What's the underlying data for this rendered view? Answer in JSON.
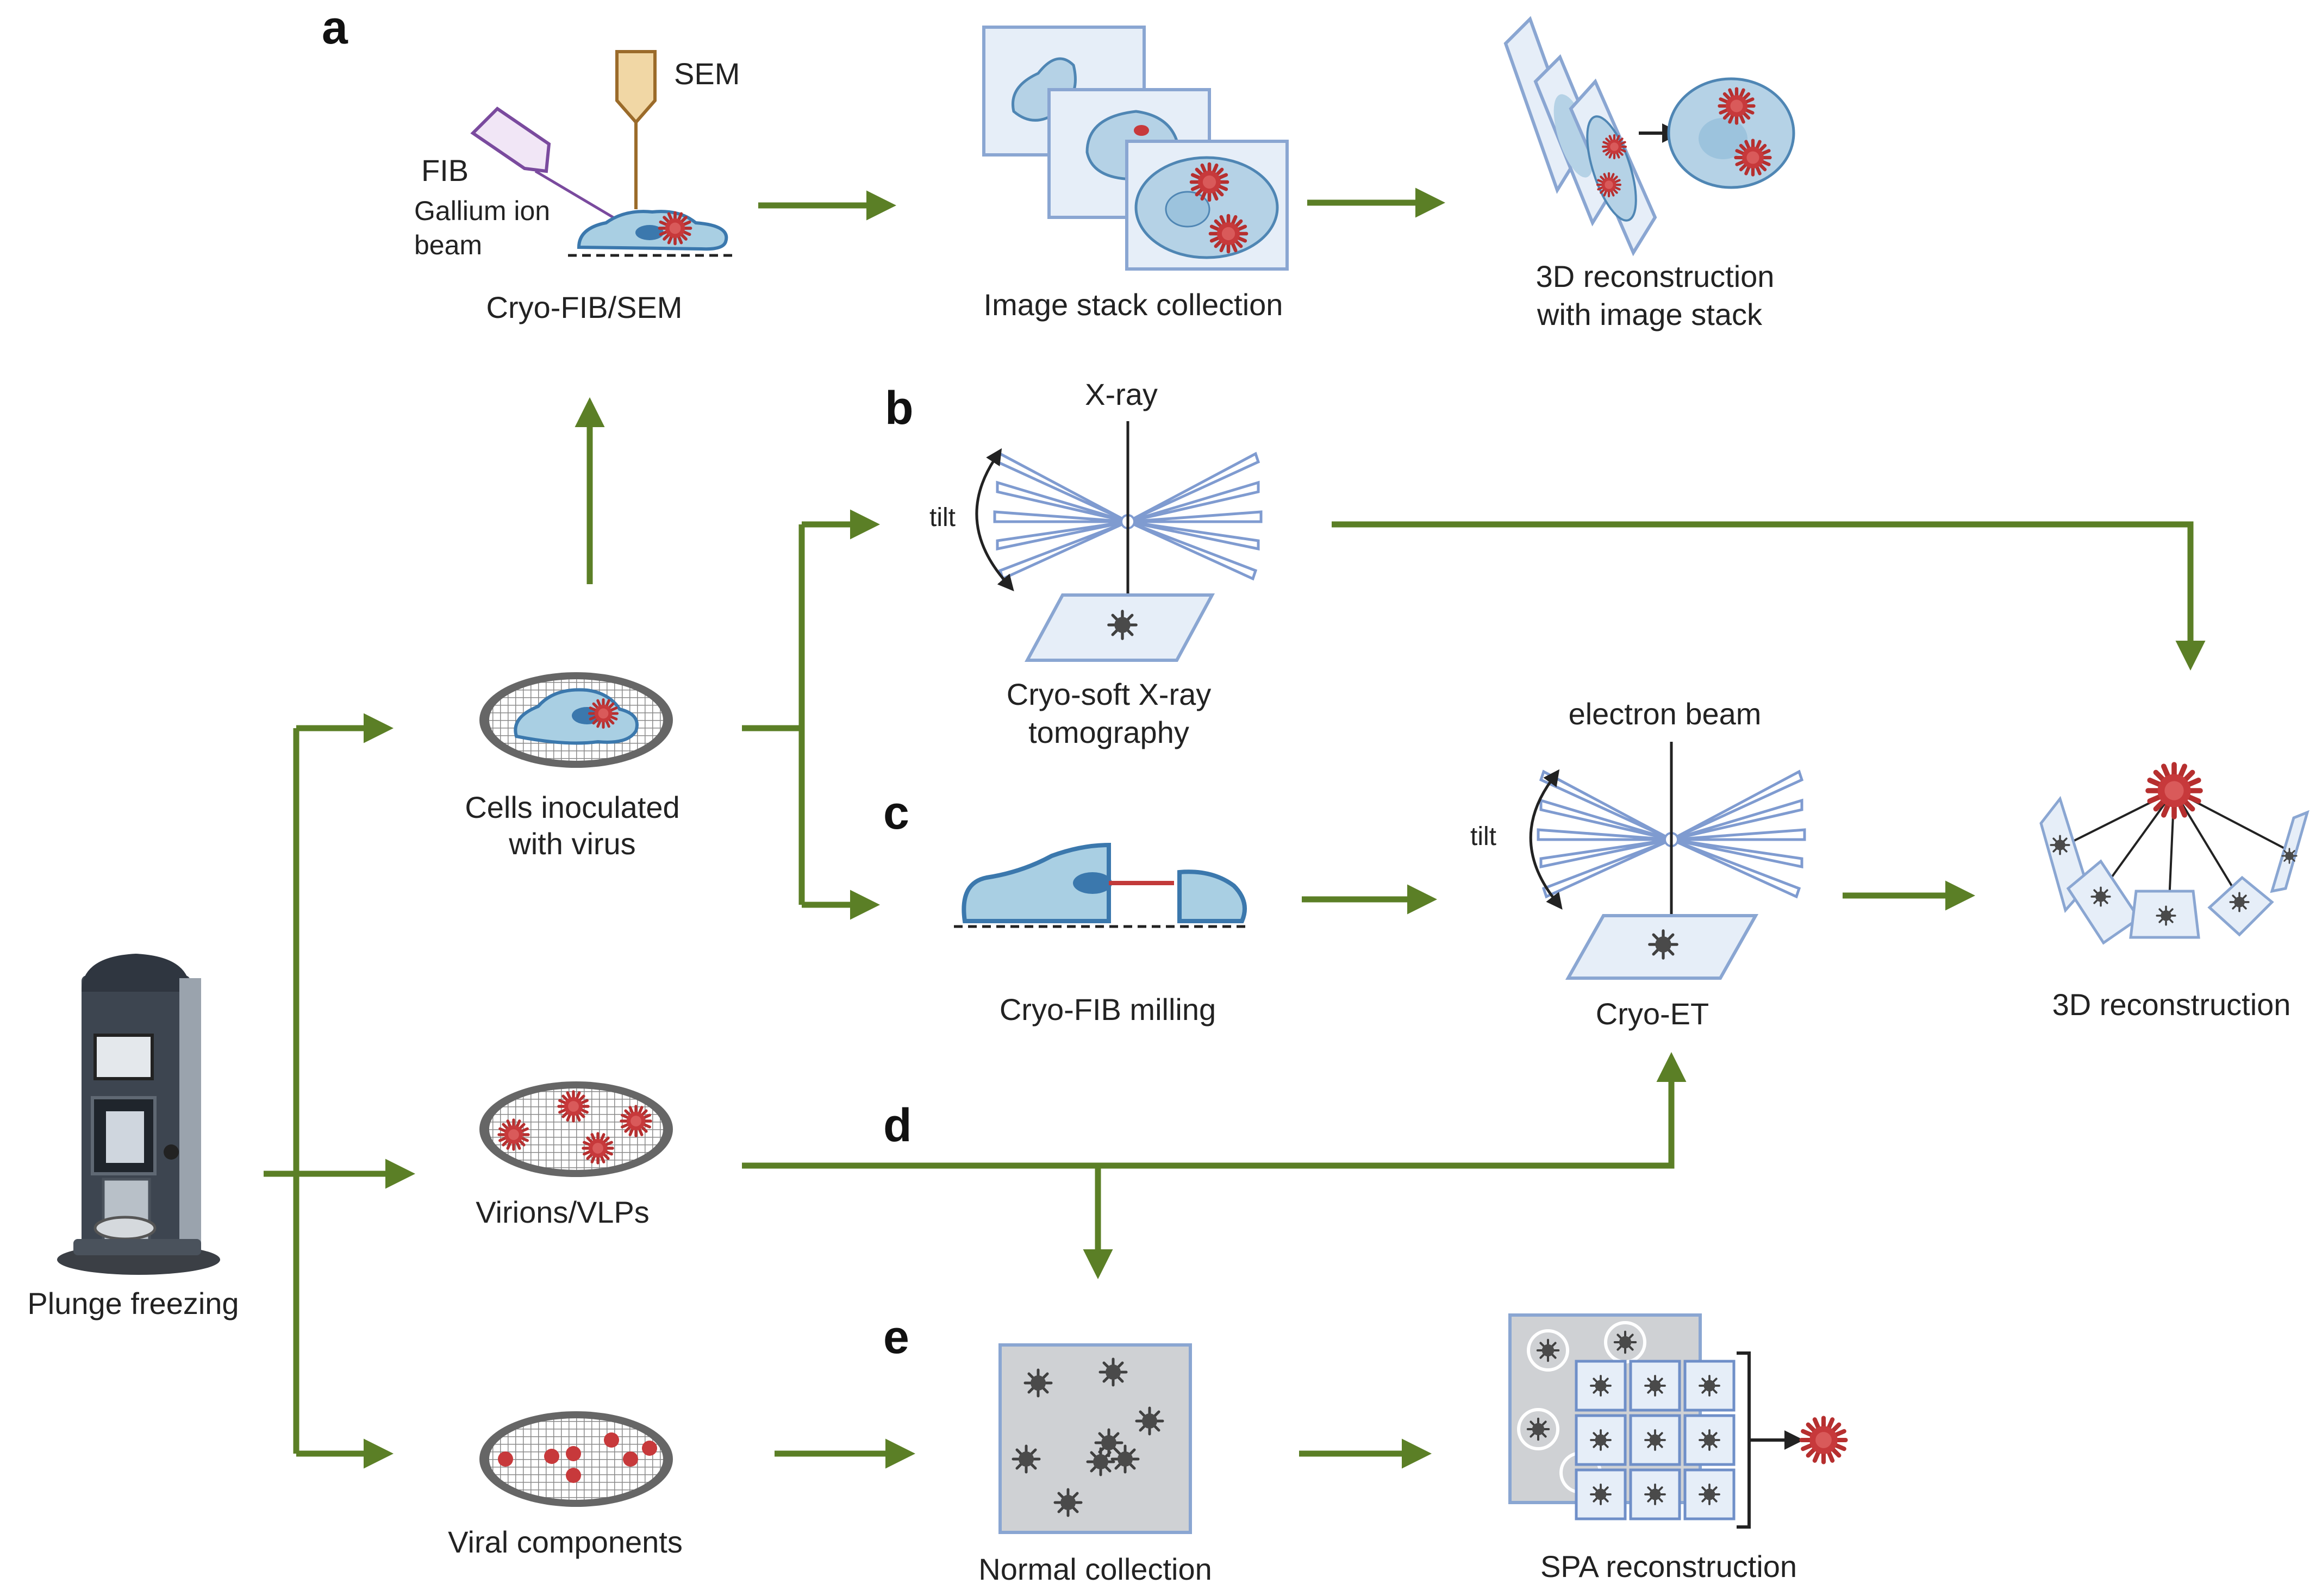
{
  "panels": {
    "a": "a",
    "b": "b",
    "c": "c",
    "d": "d",
    "e": "e"
  },
  "labels": {
    "plunge_freezing": "Plunge freezing",
    "cells_line1": "Cells inoculated",
    "cells_line2": "with virus",
    "virions": "Virions/VLPs",
    "viral_components": "Viral components",
    "sem": "SEM",
    "fib": "FIB",
    "gallium_line1": "Gallium ion",
    "gallium_line2": "beam",
    "cryo_fib_sem": "Cryo-FIB/SEM",
    "image_stack": "Image stack collection",
    "recon_3d_stack_line1": "3D reconstruction",
    "recon_3d_stack_line2": "with image stack",
    "xray": "X-ray",
    "tilt": "tilt",
    "soft_xray_line1": "Cryo-soft X-ray",
    "soft_xray_line2": "tomography",
    "cryo_fib_milling": "Cryo-FIB milling",
    "electron_beam": "electron beam",
    "cryo_et": "Cryo-ET",
    "recon_3d": "3D reconstruction",
    "normal_collection": "Normal collection",
    "spa_reconstruction": "SPA reconstruction"
  },
  "colors": {
    "arrow_green": "#5b7f26",
    "cell_fill": "#a9cfe3",
    "cell_stroke": "#3b78ad",
    "virus_red": "#c23a3a",
    "panel_fill": "#e6eef8",
    "panel_stroke": "#8aa6d2",
    "grid_gray": "#6b6b6b"
  }
}
